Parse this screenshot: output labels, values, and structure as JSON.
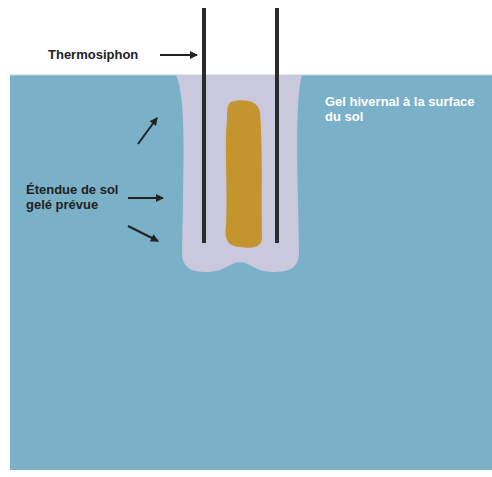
{
  "diagram": {
    "labels": [
      "Thermosiphon",
      "Gel hivernal à la surface du sol",
      "Étendue de sol gelé prévue"
    ]
  }
}
